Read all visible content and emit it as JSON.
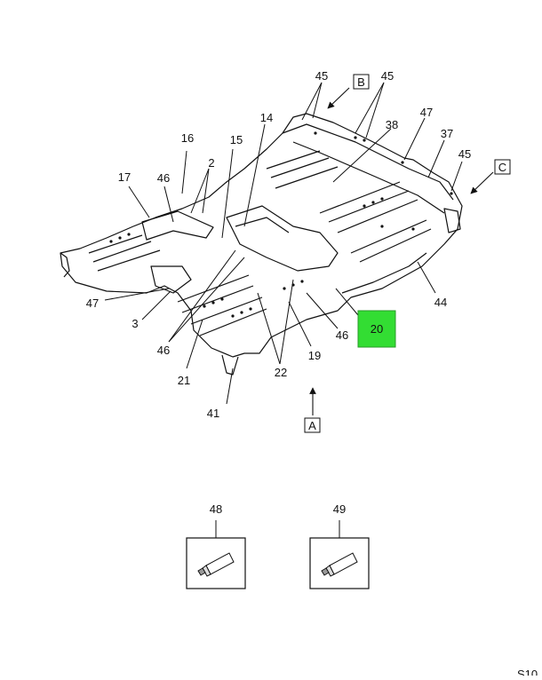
{
  "diagram": {
    "callouts": {
      "c45a": "45",
      "c45b": "45",
      "c45c": "45",
      "c47a": "47",
      "c47b": "47",
      "c38": "38",
      "c37": "37",
      "c14": "14",
      "c16": "16",
      "c15": "15",
      "c2": "2",
      "c17": "17",
      "c46a": "46",
      "c46b": "46",
      "c46c": "46",
      "c3": "3",
      "c44": "44",
      "c20": "20",
      "c19": "19",
      "c21": "21",
      "c22": "22",
      "c41": "41",
      "c48": "48",
      "c49": "49"
    },
    "view_markers": {
      "A": "A",
      "B": "B",
      "C": "C"
    },
    "page_ref": "S10"
  },
  "colors": {
    "highlight": "#33dd33",
    "line": "#111111"
  }
}
